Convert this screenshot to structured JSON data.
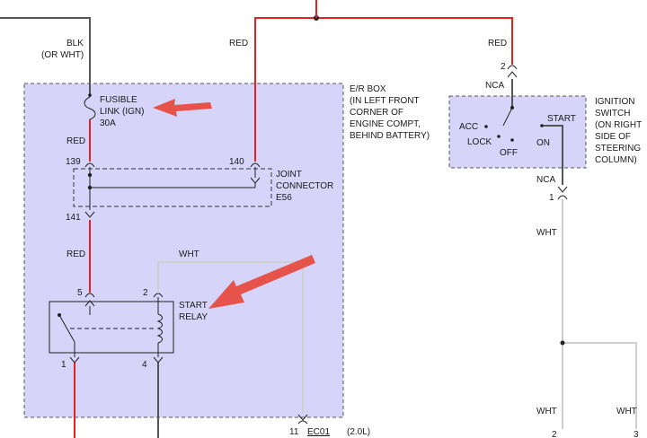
{
  "wires": {
    "blk": "BLK",
    "or_wht": "(OR WHT)",
    "red_top": "RED",
    "red_right": "RED",
    "red_fuse_below": "RED",
    "red_relay": "RED",
    "wht_relay": "WHT",
    "wht_ign": "WHT",
    "wht_bottom_left": "WHT",
    "wht_bottom_right": "WHT",
    "nca_top": "NCA",
    "nca_bottom": "NCA"
  },
  "fusible_link": {
    "line1": "FUSIBLE",
    "line2": "LINK (IGN)",
    "line3": "30A"
  },
  "er_box": {
    "line1": "E/R BOX",
    "line2": "(IN LEFT FRONT",
    "line3": "CORNER OF",
    "line4": "ENGINE COMPT,",
    "line5": "BEHIND BATTERY)"
  },
  "joint_connector": {
    "line1": "JOINT",
    "line2": "CONNECTOR",
    "line3": "E56"
  },
  "start_relay": {
    "line1": "START",
    "line2": "RELAY"
  },
  "ignition_switch": {
    "line1": "IGNITION",
    "line2": "SWITCH",
    "line3": "(ON RIGHT",
    "line4": "SIDE OF",
    "line5": "STEERING",
    "line6": "COLUMN)",
    "acc": "ACC",
    "lock": "LOCK",
    "off": "OFF",
    "on": "ON",
    "start": "START"
  },
  "pins": {
    "p139": "139",
    "p140": "140",
    "p141": "141",
    "p5": "5",
    "p2_relay": "2",
    "p1_relay": "1",
    "p4_relay": "4",
    "p2_ign": "2",
    "p1_ign": "1",
    "p11": "11",
    "p2_bottom": "2",
    "p3_bottom": "3"
  },
  "ec01": {
    "label": "EC01",
    "variant": "(2.0L)"
  },
  "colors": {
    "red_wire": "#e8201f",
    "black_wire": "#555555",
    "white_wire": "#cfcfcf",
    "box_fill": "#d6d4f8",
    "arrow": "#e5534b"
  }
}
